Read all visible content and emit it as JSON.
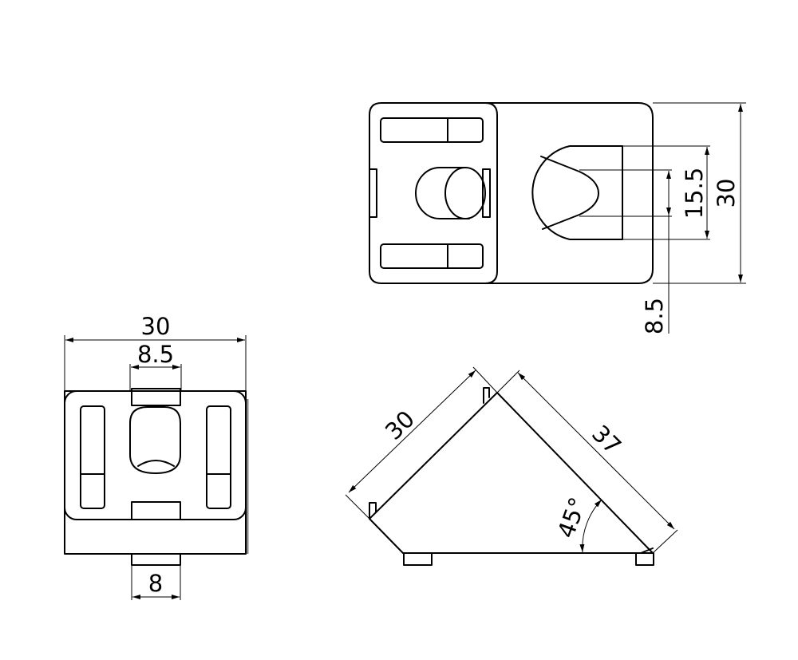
{
  "drawing": {
    "type": "orthographic technical drawing",
    "subject": "45° corner angle bracket",
    "views": {
      "top_view": {
        "dimensions": {
          "height": "30",
          "slot_width": "15.5",
          "hole_width": "8.5"
        }
      },
      "front_view": {
        "dimensions": {
          "width": "30",
          "tab_width": "8.5",
          "bottom_tab_width": "8"
        }
      },
      "side_view": {
        "dimensions": {
          "leg_length": "30",
          "hypotenuse_length": "37",
          "angle": "45°"
        }
      }
    },
    "colors": {
      "line": "#000000",
      "background": "#ffffff",
      "shadow": "#888888"
    }
  }
}
